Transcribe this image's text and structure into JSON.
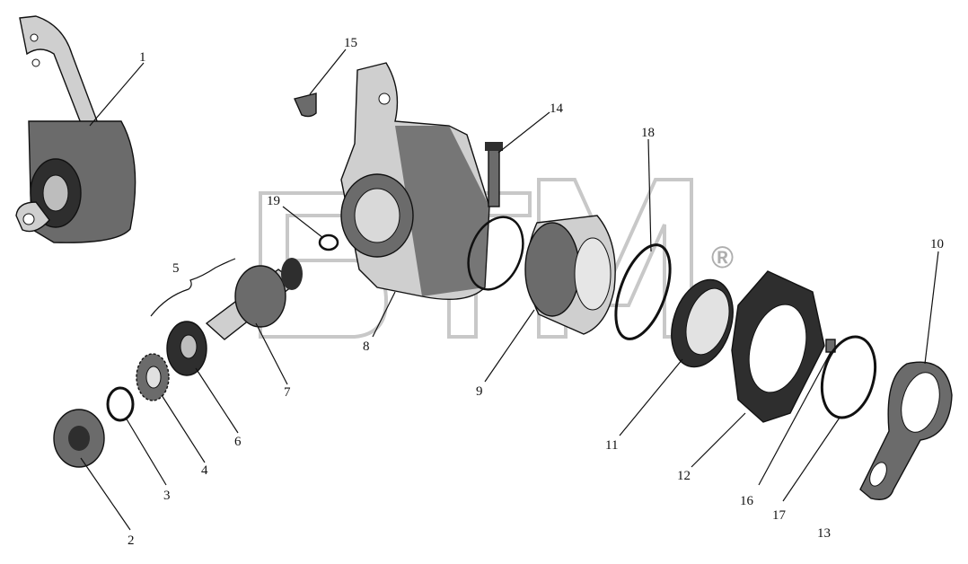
{
  "labels": {
    "p1": "1",
    "p2": "2",
    "p3": "3",
    "p4": "4",
    "p5": "5",
    "p6": "6",
    "p7": "7",
    "p8": "8",
    "p9": "9",
    "p10": "10",
    "p11": "11",
    "p12": "12",
    "p13": "13",
    "p14": "14",
    "p15": "15",
    "p16": "16",
    "p17": "17",
    "p18": "18",
    "p19": "19"
  },
  "watermark": {
    "mark": "®"
  }
}
